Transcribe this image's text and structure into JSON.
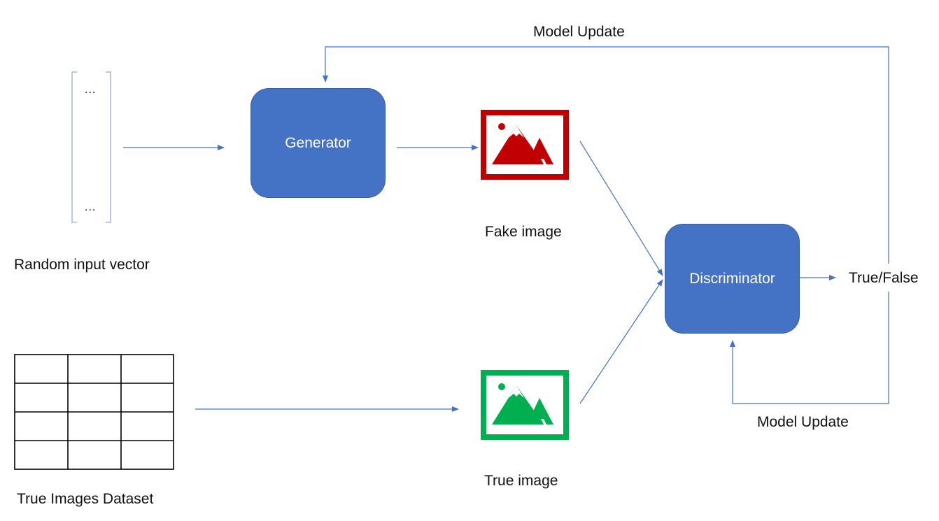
{
  "colors": {
    "box_fill": "#4472c4",
    "arrow": "#4472c4",
    "fake_image": "#c00000",
    "true_image": "#00b050",
    "line_dark": "#000000",
    "bracket": "#a6b7d3"
  },
  "vector": {
    "top_dots": "...",
    "bottom_dots": "...",
    "label": "Random input vector"
  },
  "generator": {
    "label": "Generator"
  },
  "discriminator": {
    "label": "Discriminator"
  },
  "fake_image": {
    "label": "Fake image",
    "icon": "image-icon"
  },
  "true_image": {
    "label": "True image",
    "icon": "image-icon"
  },
  "dataset": {
    "label": "True Images Dataset",
    "rows": 4,
    "cols": 3
  },
  "output": {
    "label": "True/False"
  },
  "feedback": {
    "top_label": "Model Update",
    "bottom_label": "Model Update"
  }
}
